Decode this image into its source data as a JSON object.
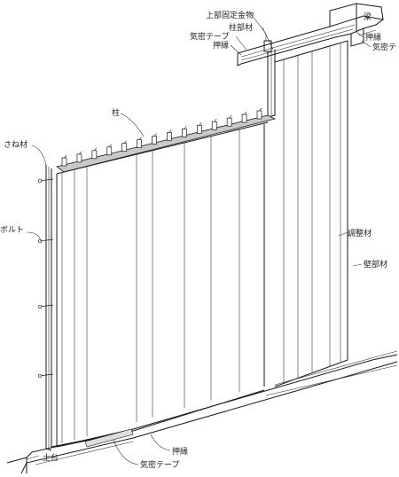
{
  "labels": {
    "upper_fixing_hardware": "上部固定金物",
    "pillar_member": "柱部材",
    "airtight_tape_top": "気密テープ",
    "batten_top_left": "押縁",
    "beam": "梁",
    "batten_top_right": "押縁",
    "airtight_top_right": "気密テ",
    "pillar": "柱",
    "tongue_member": "さね材",
    "bolt": "ボルト",
    "adjustment_member": "調整材",
    "wall_member": "壁部材",
    "batten_bottom": "押縁",
    "sill": "土台",
    "airtight_tape_bottom": "気密テープ"
  }
}
